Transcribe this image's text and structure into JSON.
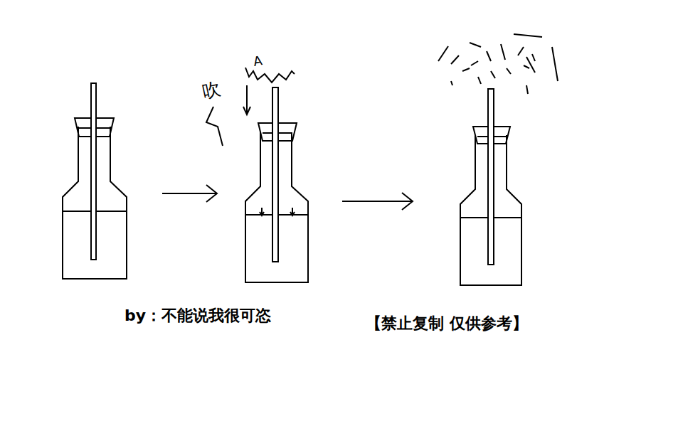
{
  "diagram": {
    "labels": [
      "吹",
      "A",
      "by：不能说我很可恣",
      "【禁止复制 仅供参考】"
    ]
  }
}
